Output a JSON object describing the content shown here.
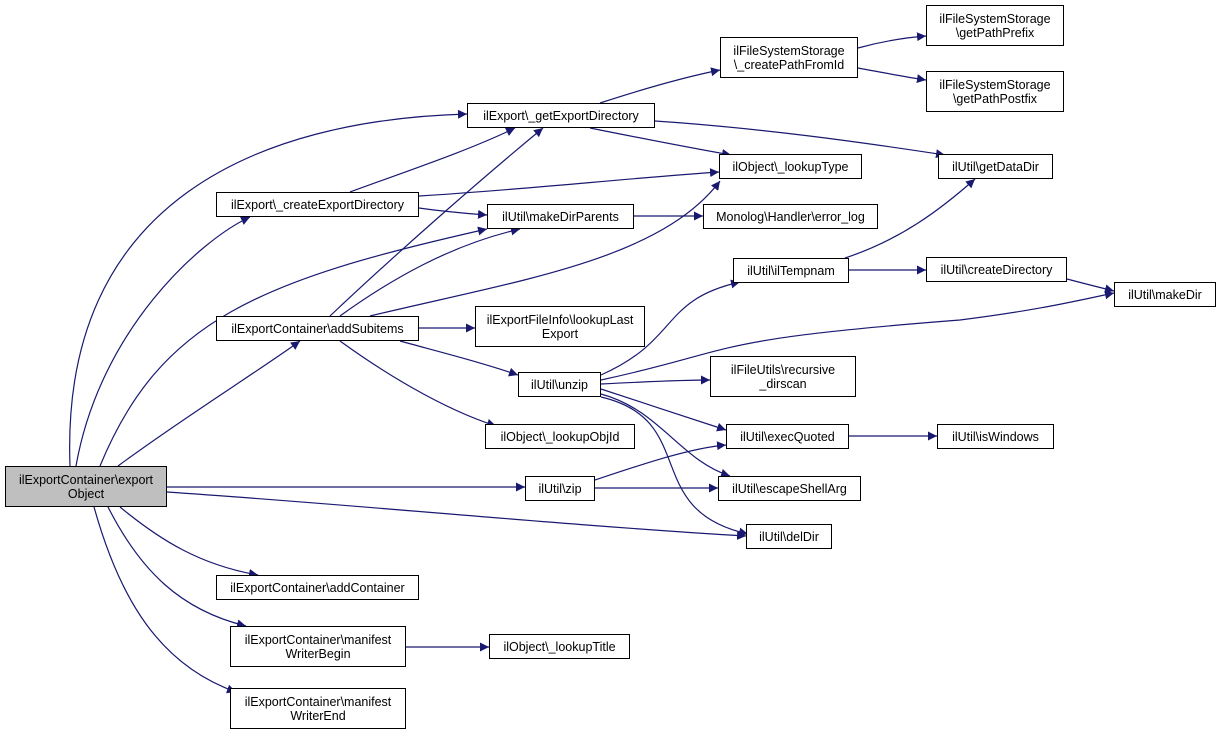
{
  "graph": {
    "edge_color": "#191970",
    "root_fill": "#bfbfbf",
    "nodes": [
      {
        "id": "exportObject",
        "lines": [
          "ilExportContainer\\export",
          "Object"
        ],
        "root": true
      },
      {
        "id": "getExportDirectory",
        "lines": [
          "ilExport\\_getExportDirectory"
        ]
      },
      {
        "id": "createExportDirectory",
        "lines": [
          "ilExport\\_createExportDirectory"
        ]
      },
      {
        "id": "addSubitems",
        "lines": [
          "ilExportContainer\\addSubitems"
        ]
      },
      {
        "id": "addContainer",
        "lines": [
          "ilExportContainer\\addContainer"
        ]
      },
      {
        "id": "manifestWriterBegin",
        "lines": [
          "ilExportContainer\\manifest",
          "WriterBegin"
        ]
      },
      {
        "id": "manifestWriterEnd",
        "lines": [
          "ilExportContainer\\manifest",
          "WriterEnd"
        ]
      },
      {
        "id": "makeDirParents",
        "lines": [
          "ilUtil\\makeDirParents"
        ]
      },
      {
        "id": "lookupLastExport",
        "lines": [
          "ilExportFileInfo\\lookupLast",
          "Export"
        ]
      },
      {
        "id": "unzip",
        "lines": [
          "ilUtil\\unzip"
        ]
      },
      {
        "id": "lookupObjId",
        "lines": [
          "ilObject\\_lookupObjId"
        ]
      },
      {
        "id": "zip",
        "lines": [
          "ilUtil\\zip"
        ]
      },
      {
        "id": "lookupTitle",
        "lines": [
          "ilObject\\_lookupTitle"
        ]
      },
      {
        "id": "createPathFromId",
        "lines": [
          "ilFileSystemStorage",
          "\\_createPathFromId"
        ]
      },
      {
        "id": "lookupType",
        "lines": [
          "ilObject\\_lookupType"
        ]
      },
      {
        "id": "errorLog",
        "lines": [
          "Monolog\\Handler\\error_log"
        ]
      },
      {
        "id": "ilTempnam",
        "lines": [
          "ilUtil\\ilTempnam"
        ]
      },
      {
        "id": "recursiveDirscan",
        "lines": [
          "ilFileUtils\\recursive",
          "_dirscan"
        ]
      },
      {
        "id": "execQuoted",
        "lines": [
          "ilUtil\\execQuoted"
        ]
      },
      {
        "id": "escapeShellArg",
        "lines": [
          "ilUtil\\escapeShellArg"
        ]
      },
      {
        "id": "delDir",
        "lines": [
          "ilUtil\\delDir"
        ]
      },
      {
        "id": "getPathPrefix",
        "lines": [
          "ilFileSystemStorage",
          "\\getPathPrefix"
        ]
      },
      {
        "id": "getPathPostfix",
        "lines": [
          "ilFileSystemStorage",
          "\\getPathPostfix"
        ]
      },
      {
        "id": "getDataDir",
        "lines": [
          "ilUtil\\getDataDir"
        ]
      },
      {
        "id": "createDirectory",
        "lines": [
          "ilUtil\\createDirectory"
        ]
      },
      {
        "id": "isWindows",
        "lines": [
          "ilUtil\\isWindows"
        ]
      },
      {
        "id": "makeDir",
        "lines": [
          "ilUtil\\makeDir"
        ]
      }
    ],
    "edges": [
      {
        "from": "exportObject",
        "to": "getExportDirectory"
      },
      {
        "from": "exportObject",
        "to": "createExportDirectory"
      },
      {
        "from": "exportObject",
        "to": "makeDirParents"
      },
      {
        "from": "exportObject",
        "to": "addSubitems"
      },
      {
        "from": "exportObject",
        "to": "zip"
      },
      {
        "from": "exportObject",
        "to": "delDir"
      },
      {
        "from": "exportObject",
        "to": "addContainer"
      },
      {
        "from": "exportObject",
        "to": "manifestWriterBegin"
      },
      {
        "from": "exportObject",
        "to": "manifestWriterEnd"
      },
      {
        "from": "getExportDirectory",
        "to": "createPathFromId"
      },
      {
        "from": "getExportDirectory",
        "to": "lookupType"
      },
      {
        "from": "getExportDirectory",
        "to": "getDataDir"
      },
      {
        "from": "createExportDirectory",
        "to": "getExportDirectory"
      },
      {
        "from": "createExportDirectory",
        "to": "lookupType"
      },
      {
        "from": "createExportDirectory",
        "to": "makeDirParents"
      },
      {
        "from": "addSubitems",
        "to": "getExportDirectory"
      },
      {
        "from": "addSubitems",
        "to": "makeDirParents"
      },
      {
        "from": "addSubitems",
        "to": "lookupType"
      },
      {
        "from": "addSubitems",
        "to": "lookupLastExport"
      },
      {
        "from": "addSubitems",
        "to": "unzip"
      },
      {
        "from": "addSubitems",
        "to": "lookupObjId"
      },
      {
        "from": "makeDirParents",
        "to": "errorLog"
      },
      {
        "from": "unzip",
        "to": "ilTempnam"
      },
      {
        "from": "unzip",
        "to": "makeDir"
      },
      {
        "from": "unzip",
        "to": "recursiveDirscan"
      },
      {
        "from": "unzip",
        "to": "execQuoted"
      },
      {
        "from": "unzip",
        "to": "escapeShellArg"
      },
      {
        "from": "unzip",
        "to": "delDir"
      },
      {
        "from": "zip",
        "to": "execQuoted"
      },
      {
        "from": "zip",
        "to": "escapeShellArg"
      },
      {
        "from": "manifestWriterBegin",
        "to": "lookupTitle"
      },
      {
        "from": "createPathFromId",
        "to": "getPathPrefix"
      },
      {
        "from": "createPathFromId",
        "to": "getPathPostfix"
      },
      {
        "from": "ilTempnam",
        "to": "getDataDir"
      },
      {
        "from": "ilTempnam",
        "to": "createDirectory"
      },
      {
        "from": "createDirectory",
        "to": "makeDir"
      },
      {
        "from": "execQuoted",
        "to": "isWindows"
      }
    ]
  }
}
